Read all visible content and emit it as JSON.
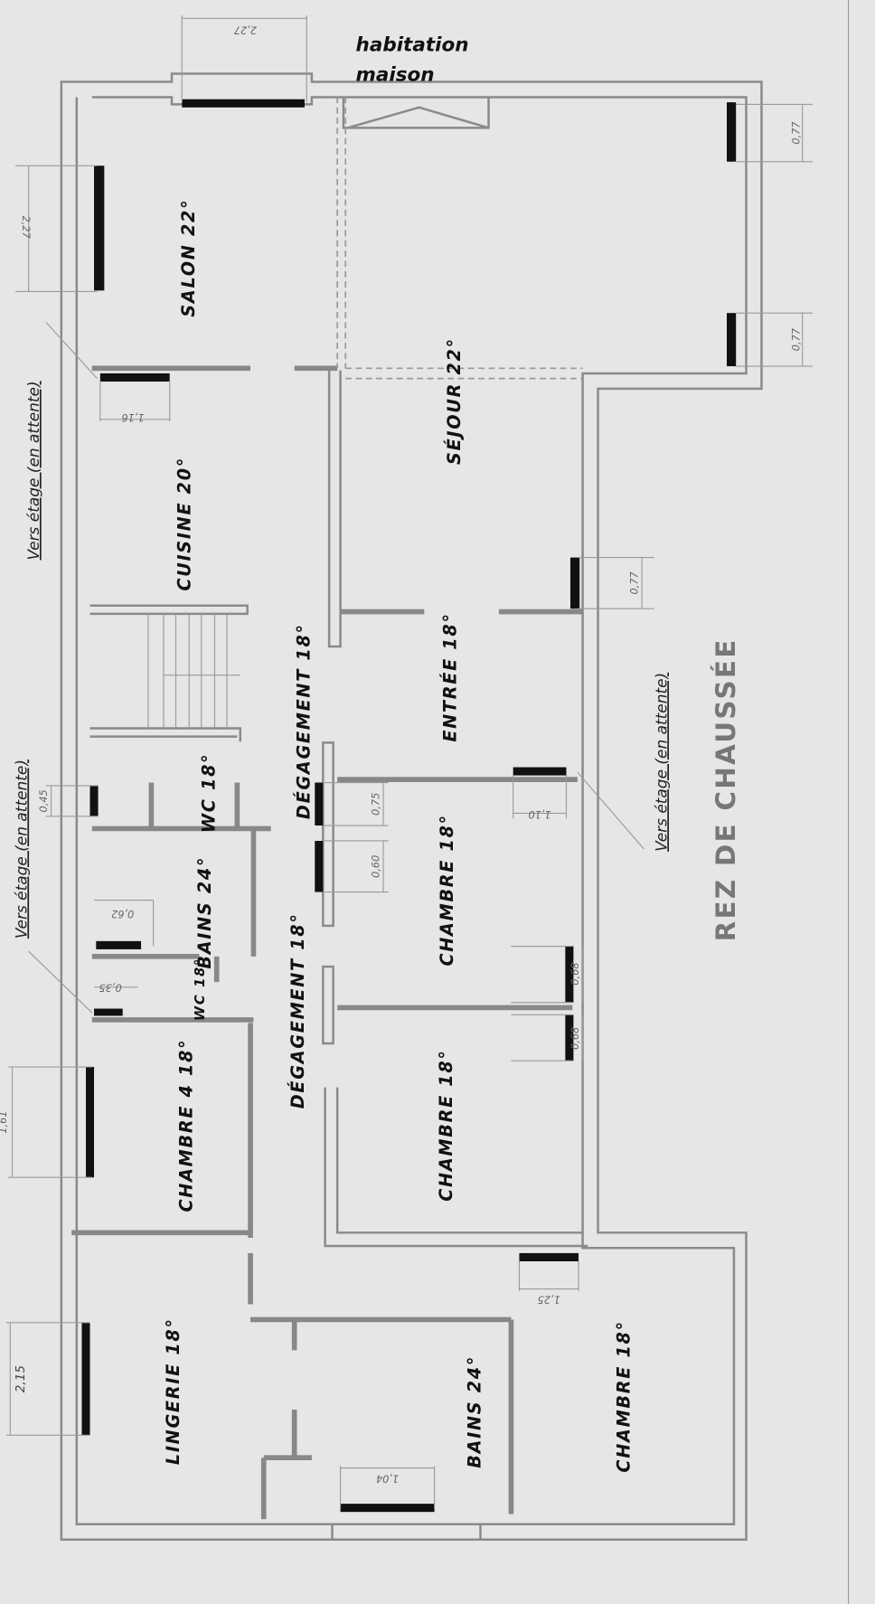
{
  "header": {
    "line1": "habitation",
    "line2": "maison"
  },
  "plan_title": "REZ DE CHAUSSÉE",
  "rooms": {
    "salon": "SALON  22°",
    "cuisine": "CUISINE  20°",
    "sejour": "SÉJOUR  22°",
    "degagement_upper": "DÉGAGEMENT  18°",
    "entree": "ENTRÉE  18°",
    "chambre_center": "CHAMBRE 18°",
    "wc_1": "WC  18°",
    "bains_1": "BAINS  24°",
    "wc_2": "WC 18°",
    "degagement_lower": "DÉGAGEMENT    18°",
    "chambre_middle": "CHAMBRE  18°",
    "chambre_4": "CHAMBRE 4  18°",
    "lingerie": "LINGERIE   18°",
    "bains_2": "BAINS  24°",
    "chambre_right": "CHAMBRE  18°"
  },
  "notes": {
    "vers_etage_1": "Vers étage (en attente)",
    "vers_etage_2": "Vers étage (en attente)",
    "vers_etage_3": "Vers étage (en attente)"
  },
  "dimensions": {
    "top": "2,27",
    "left_salon": "2,27",
    "cuisine": "1,16",
    "sejour_a": "0,77",
    "sejour_b": "0,77",
    "entree": "0,77",
    "wc": "0,45",
    "deg_a": "0,75",
    "deg_b": "0,60",
    "chambre_door": "1,10",
    "bains": "0,62",
    "wc_small": "0,35",
    "ch_a": "0,68",
    "ch_b": "0,68",
    "chambre4": "1,61",
    "lingerie": "2,15",
    "chambre_right": "1,25",
    "bains_2": "1,04"
  }
}
